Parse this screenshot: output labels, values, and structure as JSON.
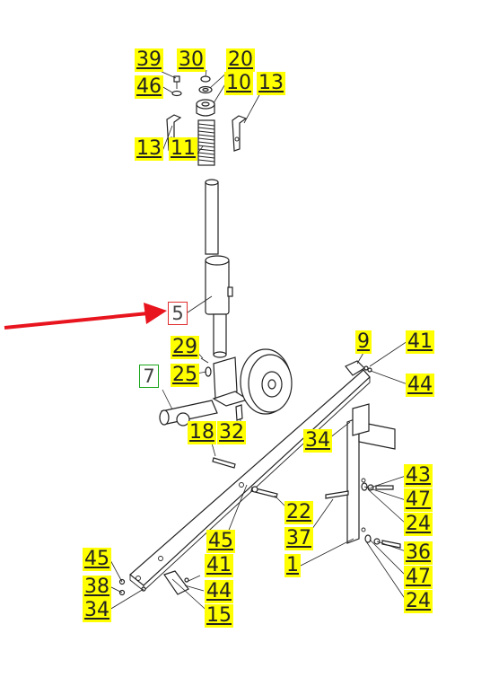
{
  "callouts": [
    "39",
    "30",
    "20",
    "46",
    "10",
    "13",
    "13",
    "11",
    "29",
    "25",
    "18",
    "32",
    "9",
    "41",
    "44",
    "34",
    "43",
    "47",
    "24",
    "22",
    "37",
    "1",
    "36",
    "47",
    "24",
    "45",
    "41",
    "44",
    "15",
    "45",
    "38",
    "34"
  ],
  "highlighted_part": "5",
  "selected_part": "7",
  "colors": {
    "label_bg": "#ffff00",
    "arrow": "#e8141e",
    "highlight_border": "#e03030",
    "selected_border": "#1aa51a"
  }
}
